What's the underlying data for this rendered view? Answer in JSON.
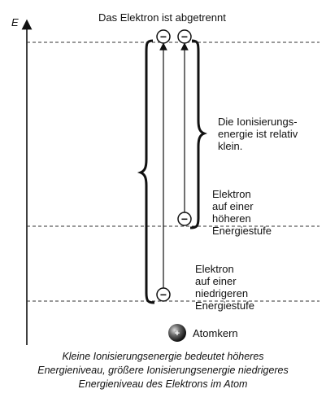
{
  "axis": {
    "label": "E"
  },
  "labels": {
    "separated": "Das Elektron ist abgetrennt",
    "ionization": "Die Ionisierungs-\nenergie ist relativ\nklein.",
    "higher_level": "Elektron\nauf einer\nhöheren\nEnergiestufe",
    "lower_level": "Elektron\nauf einer\nniedrigeren\nEnergiestufe",
    "nucleus": "Atomkern"
  },
  "caption": "Kleine Ionisierungsenergie bedeutet höheres\nEnergieniveau, größere Ionisierungsenergie niedrigeres\nEnergieniveau des Elektrons im Atom",
  "symbols": {
    "electron": "−",
    "nucleus": "+"
  },
  "colors": {
    "ink": "#111111",
    "dashed_line": "#333333",
    "nucleus_dark": "#1a1a1a",
    "nucleus_light": "#cfcfcf"
  }
}
